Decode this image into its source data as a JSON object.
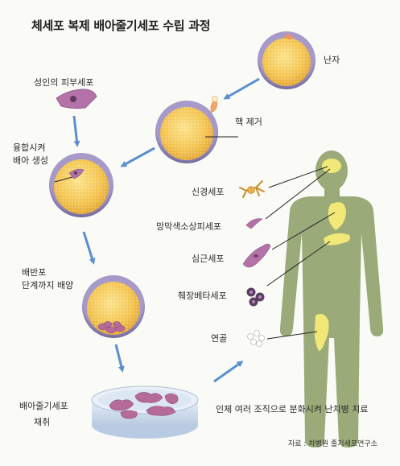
{
  "title": "체세포 복제 배아줄기세포 수립 과정",
  "steps": {
    "egg": "난자",
    "enucleation": "핵 제거",
    "skin_cell": "성인의 피부세포",
    "fusion": [
      "융합시켜",
      "배아 생성"
    ],
    "blastocyst": [
      "배반포",
      "단계까지 배양"
    ],
    "harvest": [
      "배아줄기세포",
      "채취"
    ]
  },
  "tissues": {
    "nerve": "신경세포",
    "retina": "망막색소상피세포",
    "heart": "심근세포",
    "pancreas": "췌장베타세포",
    "cartilage": "연골"
  },
  "outcome": "인체 여러 조직으로 분화시켜 난치병 치료",
  "source": "자료 : 차병원 줄기세포연구소",
  "colors": {
    "body": "#9aaa78",
    "organ": "#f2e878",
    "arrow": "#5b8fcf",
    "egg_membrane": "#8f83b5",
    "cytoplasm": "#f3c34e",
    "dish": "#cfdcec",
    "cells": "#b66a9a"
  }
}
